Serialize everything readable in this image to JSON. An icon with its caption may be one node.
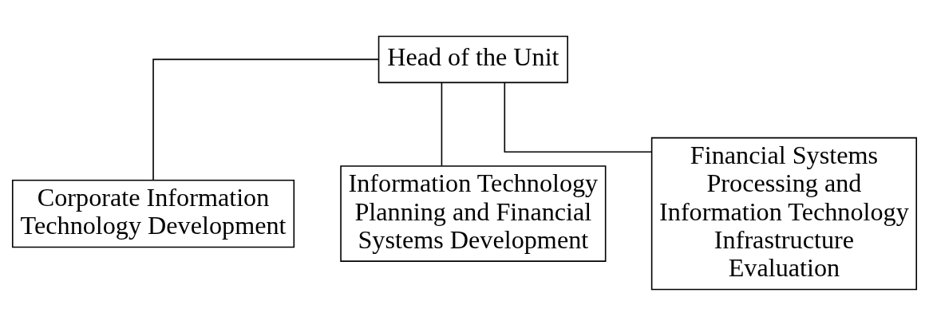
{
  "diagram": {
    "nodes": [
      {
        "text": [
          "Head of the Unit"
        ]
      },
      {
        "text": [
          "Corporate Information Technology Development"
        ]
      },
      {
        "text": [
          "Information Technology Planning and Financial Systems Development"
        ]
      },
      {
        "text": [
          "Financial Systems Processing and Information Technology Infrastructure Evaluation"
        ]
      }
    ],
    "edges": [
      {
        "from": 0,
        "to": 1,
        "arrow": "none"
      },
      {
        "from": 0,
        "to": 2,
        "arrow": "none"
      },
      {
        "from": 0,
        "to": 3,
        "arrow": "none"
      }
    ]
  }
}
